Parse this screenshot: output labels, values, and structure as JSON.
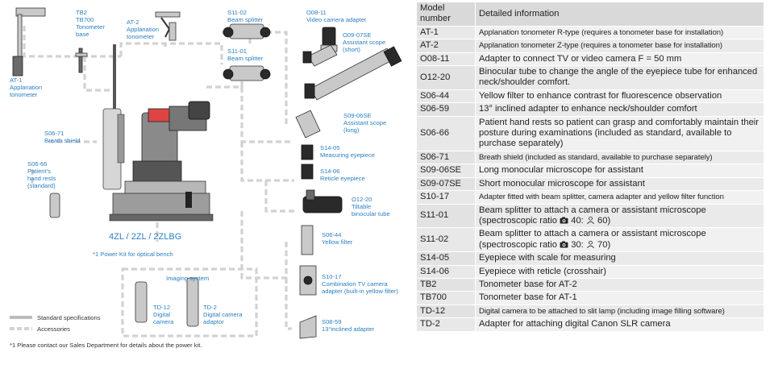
{
  "diagram": {
    "labels": {
      "at1": [
        "AT-1",
        "Applanation",
        "tonometer"
      ],
      "tb": [
        "TB2",
        "TB700",
        "Tonometer",
        "base"
      ],
      "at2": [
        "AT-2",
        "Applanation",
        "tonometer"
      ],
      "s1102": [
        "S11-02",
        "Beam splitter"
      ],
      "s1101": [
        "S11-01",
        "Beam splitter"
      ],
      "o0811": [
        "O08-11",
        "Video camera adapter"
      ],
      "o0907": [
        "O09-07SE",
        "Assistant scope",
        "(short)"
      ],
      "s0906": [
        "S09-06SE",
        "Assistant scope",
        "(long)"
      ],
      "s0671": [
        "S06-71",
        "Breath shield"
      ],
      "s0666": [
        "S06-66",
        "Patient's",
        "hand rests",
        "(standard)"
      ],
      "s1405": [
        "S14-05",
        "Measuring eyepiece"
      ],
      "s1406": [
        "S14-06",
        "Reticle eyepiece"
      ],
      "o1220": [
        "O12-20",
        "Tiltable",
        "binocular tube"
      ],
      "s0644": [
        "S06-44",
        "Yellow filter"
      ],
      "s1017": [
        "S10-17",
        "Combination TV camera",
        "adapter (built-in yellow filter)"
      ],
      "s0659": [
        "S08-59",
        "13°inclined adapter"
      ],
      "model": "4ZL / 2ZL / 2ZLBG",
      "power": "*1 Power Kit for optical bench",
      "imaging": "Imaging system",
      "td12": [
        "TD-12",
        "Digital",
        "camera"
      ],
      "td2": [
        "TD-2",
        "Digital camera",
        "adaptor"
      ],
      "legend_std": "Standard specifications",
      "legend_acc": "Accessories",
      "footnote": "*1 Please contact our Sales Department for details about the power kit."
    }
  },
  "table": {
    "header": [
      "Model number",
      "Detailed information"
    ],
    "rows": [
      {
        "code": "AT-1",
        "info": "Applanation tonometer R-type (requires a tonometer base for installation)",
        "small": true
      },
      {
        "code": "AT-2",
        "info": "Applanation tonometer Z-type (requires a tonometer base for installation)",
        "small": true
      },
      {
        "code": "O08-11",
        "info": "Adapter to connect TV or video camera  F = 50 mm"
      },
      {
        "code": "O12-20",
        "info": "Binocular tube to change the angle of the eyepiece tube for enhanced neck/shoulder comfort."
      },
      {
        "code": "S06-44",
        "info": "Yellow filter to enhance contrast for fluorescence observation"
      },
      {
        "code": "S06-59",
        "info": "13° inclined adapter to enhance neck/shoulder comfort"
      },
      {
        "code": "S06-66",
        "info": "Patient hand rests so patient can grasp and comfortably maintain their posture during examinations (included as standard, available to purchase separately)"
      },
      {
        "code": "S06-71",
        "info": "Breath shield (included as standard, available to purchase separately)",
        "small": true
      },
      {
        "code": "S09-06SE",
        "info": "Long monocular microscope for assistant"
      },
      {
        "code": "S09-07SE",
        "info": "Short monocular microscope for assistant"
      },
      {
        "code": "S10-17",
        "info": "Adapter fitted with beam splitter, camera adapter and yellow filter function",
        "small": true
      },
      {
        "code": "S11-01",
        "info": "Beam splitter to attach a camera or assistant microscope",
        "ratio": {
          "prefix": "(spectroscopic ratio",
          "camera": "40",
          "sep": ":",
          "person": "60",
          "suffix": ")"
        }
      },
      {
        "code": "S11-02",
        "info": "Beam splitter to attach a camera or assistant microscope",
        "ratio": {
          "prefix": "(spectroscopic ratio",
          "camera": "30",
          "sep": ":",
          "person": "70",
          "suffix": ")"
        }
      },
      {
        "code": "S14-05",
        "info": "Eyepiece with scale for measuring"
      },
      {
        "code": "S14-06",
        "info": "Eyepiece with reticle (crosshair)"
      },
      {
        "code": "TB2",
        "info": "Tonometer base for AT-2"
      },
      {
        "code": "TB700",
        "info": "Tonometer base for AT-1"
      },
      {
        "code": "TD-12",
        "info": "Digital camera to be attached to slit lamp (including image filling software)",
        "small": true
      },
      {
        "code": "TD-2",
        "info": "Adapter for attaching digital Canon SLR camera"
      }
    ]
  },
  "colors": {
    "label_blue": "#2b7fc3",
    "connector_gray": "#d2d2d2",
    "cell_gray": "#e8e8e8"
  },
  "icons": [
    "camera-icon",
    "person-icon"
  ]
}
